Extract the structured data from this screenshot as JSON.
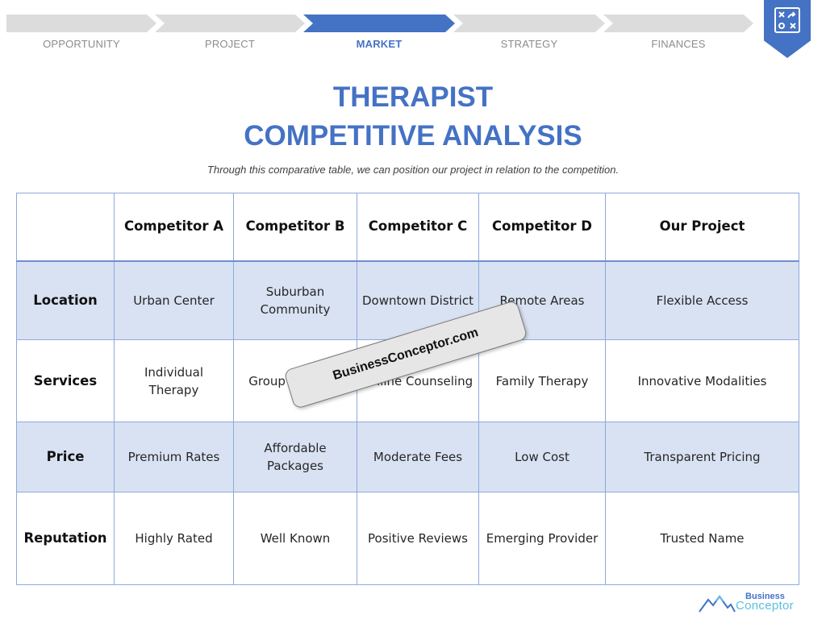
{
  "steps": [
    {
      "label": "OPPORTUNITY",
      "active": false
    },
    {
      "label": "PROJECT",
      "active": false
    },
    {
      "label": "MARKET",
      "active": true
    },
    {
      "label": "STRATEGY",
      "active": false
    },
    {
      "label": "FINANCES",
      "active": false
    }
  ],
  "title": {
    "line1": "THERAPIST",
    "line2": "COMPETITIVE ANALYSIS"
  },
  "subtitle": "Through this comparative table, we can position our project in relation to the competition.",
  "table": {
    "columns": [
      "",
      "Competitor A",
      "Competitor B",
      "Competitor C",
      "Competitor D",
      "Our Project"
    ],
    "rows": [
      {
        "label": "Location",
        "cells": [
          "Urban Center",
          "Suburban Community",
          "Downtown District",
          "Remote Areas",
          "Flexible Access"
        ]
      },
      {
        "label": "Services",
        "cells": [
          "Individual Therapy",
          "Group Sessions",
          "Online Counseling",
          "Family Therapy",
          "Innovative Modalities"
        ]
      },
      {
        "label": "Price",
        "cells": [
          "Premium Rates",
          "Affordable Packages",
          "Moderate Fees",
          "Low Cost",
          "Transparent Pricing"
        ]
      },
      {
        "label": "Reputation",
        "cells": [
          "Highly Rated",
          "Well Known",
          "Positive Reviews",
          "Emerging Provider",
          "Trusted Name"
        ]
      }
    ]
  },
  "watermark": "BusinessConceptor.com",
  "logo": {
    "top": "Business",
    "bottom": "Conceptor"
  },
  "colors": {
    "accent": "#4472c4",
    "shade": "#d9e2f3",
    "border": "#8ea9db"
  }
}
